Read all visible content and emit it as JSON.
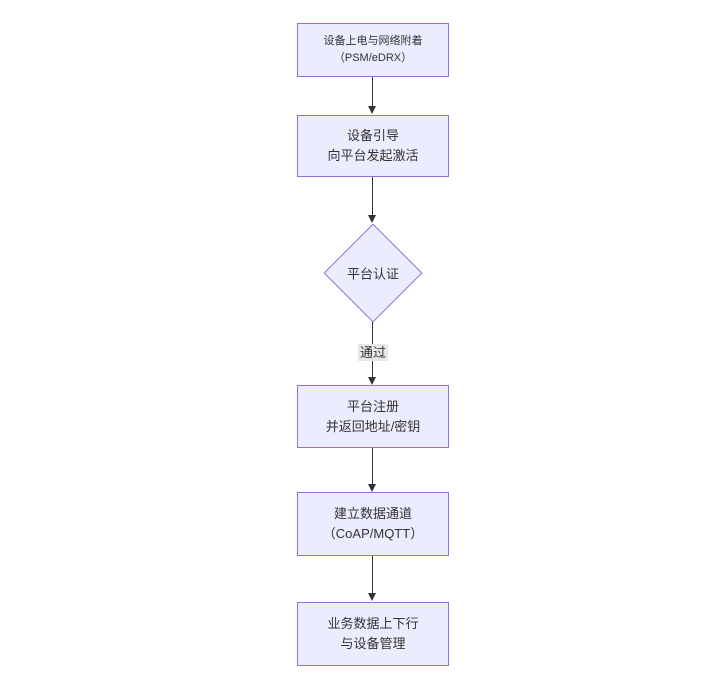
{
  "diagram": {
    "type": "flowchart",
    "direction": "top-down",
    "colors": {
      "background": "#ffffff",
      "node_fill": "#ECECFF",
      "node_border": "#9370DB",
      "arrow": "#333333",
      "text": "#333333",
      "edge_label_bg": "#e8e8e8"
    },
    "nodes": [
      {
        "id": "A",
        "shape": "rect",
        "lines": [
          "设备上电与网络附着",
          "（PSM/eDRX）"
        ]
      },
      {
        "id": "B",
        "shape": "rect",
        "lines": [
          "设备引导",
          "向平台发起激活"
        ]
      },
      {
        "id": "C",
        "shape": "diamond",
        "lines": [
          "平台认证"
        ]
      },
      {
        "id": "D",
        "shape": "rect",
        "lines": [
          "平台注册",
          "并返回地址/密钥"
        ]
      },
      {
        "id": "E",
        "shape": "rect",
        "lines": [
          "建立数据通道",
          "（CoAP/MQTT）"
        ]
      },
      {
        "id": "F",
        "shape": "rect",
        "lines": [
          "业务数据上下行",
          "与设备管理"
        ]
      }
    ],
    "edges": [
      {
        "from": "A",
        "to": "B",
        "label": ""
      },
      {
        "from": "B",
        "to": "C",
        "label": ""
      },
      {
        "from": "C",
        "to": "D",
        "label": "通过"
      },
      {
        "from": "D",
        "to": "E",
        "label": ""
      },
      {
        "from": "E",
        "to": "F",
        "label": ""
      }
    ]
  }
}
